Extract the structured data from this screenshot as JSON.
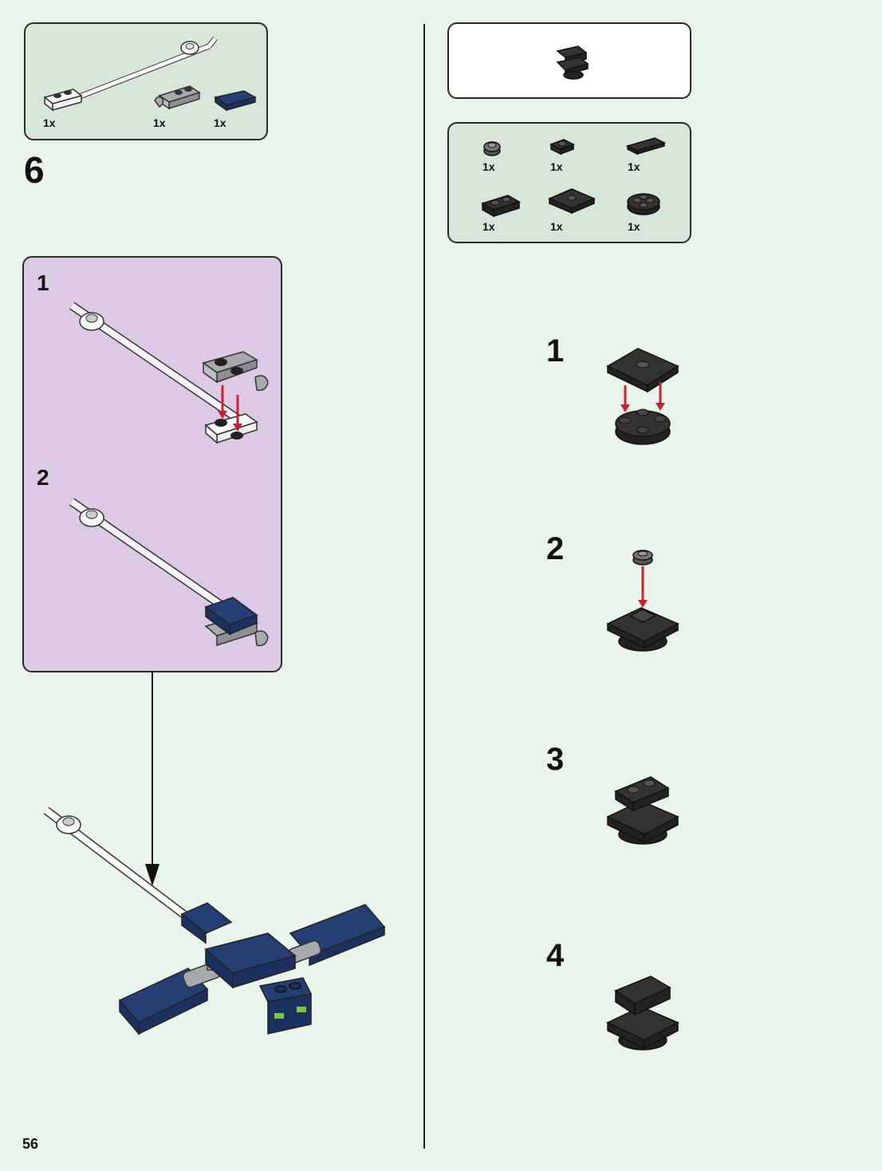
{
  "page_number": "56",
  "step_main": "6",
  "left_parts": {
    "quantities": [
      "1x",
      "1x",
      "1x"
    ]
  },
  "sub_steps": [
    "1",
    "2"
  ],
  "right_parts": {
    "quantities": [
      "1x",
      "1x",
      "1x",
      "1x",
      "1x",
      "1x"
    ]
  },
  "right_steps": [
    "1",
    "2",
    "3",
    "4"
  ],
  "colors": {
    "background": "#e9f4ea",
    "parts_panel": "#d6e6d8",
    "substep_panel": "#dccae5",
    "dark_blue": "#233f73",
    "black_brick": "#2a2a2a",
    "arrow_red": "#cc1f2f",
    "light_gray": "#a7a9ac"
  }
}
